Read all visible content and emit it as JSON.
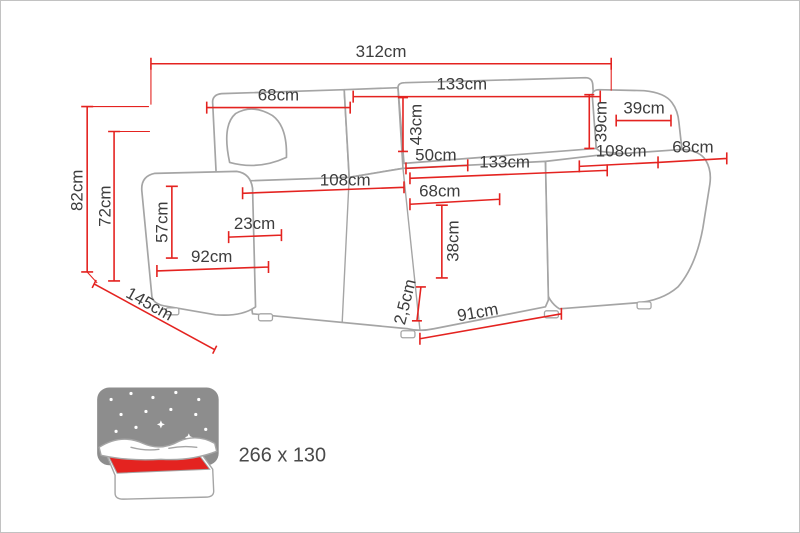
{
  "colors": {
    "dimension_red": "#e42320",
    "outline_gray": "#a5a5a5",
    "label_ink": "#3d3d3d",
    "icon_gray": "#8d8d8d"
  },
  "dims": [
    {
      "name": "total-width",
      "label": "312cm"
    },
    {
      "name": "back-right-width",
      "label": "133cm"
    },
    {
      "name": "back-left-width",
      "label": "68cm"
    },
    {
      "name": "backrest-height-center",
      "label": "43cm"
    },
    {
      "name": "backrest-height-right",
      "label": "39cm"
    },
    {
      "name": "right-armrest-width",
      "label": "39cm"
    },
    {
      "name": "seat-center-width",
      "label": "50cm"
    },
    {
      "name": "seat-right-width",
      "label": "133cm"
    },
    {
      "name": "chaise-length",
      "label": "108cm"
    },
    {
      "name": "chaise-width",
      "label": "68cm"
    },
    {
      "name": "seat-left-width",
      "label": "108cm"
    },
    {
      "name": "seat-center-depth",
      "label": "68cm"
    },
    {
      "name": "total-height",
      "label": "82cm"
    },
    {
      "name": "backrest-height",
      "label": "72cm"
    },
    {
      "name": "armrest-height",
      "label": "57cm"
    },
    {
      "name": "armrest-width",
      "label": "23cm"
    },
    {
      "name": "armrest-depth",
      "label": "92cm"
    },
    {
      "name": "seat-height",
      "label": "38cm"
    },
    {
      "name": "leg-height",
      "label": "2,5cm"
    },
    {
      "name": "front-edge-width",
      "label": "91cm"
    },
    {
      "name": "total-depth",
      "label": "145cm"
    }
  ],
  "sleeping_area": {
    "label": "266 x 130"
  }
}
